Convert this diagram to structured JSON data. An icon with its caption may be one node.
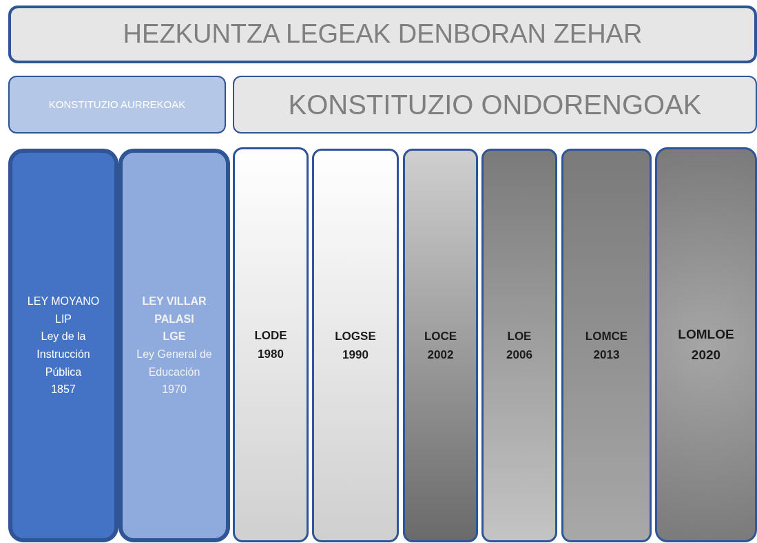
{
  "diagram": {
    "nodes": [
      {
        "text": [
          "HEZKUNTZA LEGEAK DENBORAN ZEHAR"
        ]
      },
      {
        "text": [
          "KONSTITUZIO AURREKOAK"
        ]
      },
      {
        "text": [
          "KONSTITUZIO ONDORENGOAK"
        ]
      },
      {
        "text": [
          "LEY MOYANO",
          "LIP",
          "Ley de la Instrucción Pública",
          "1857"
        ]
      },
      {
        "text": [
          "LEY VILLAR PALASI",
          "LGE",
          "Ley General de Educación",
          "1970"
        ]
      },
      {
        "text": [
          "LODE",
          "1980"
        ]
      },
      {
        "text": [
          "LOGSE",
          "1990"
        ]
      },
      {
        "text": [
          "LOCE",
          "2002"
        ]
      },
      {
        "text": [
          "LOE",
          "2006"
        ]
      },
      {
        "text": [
          "LOMCE",
          "2013"
        ]
      },
      {
        "text": [
          "LOMLOE",
          "2020"
        ]
      }
    ]
  }
}
